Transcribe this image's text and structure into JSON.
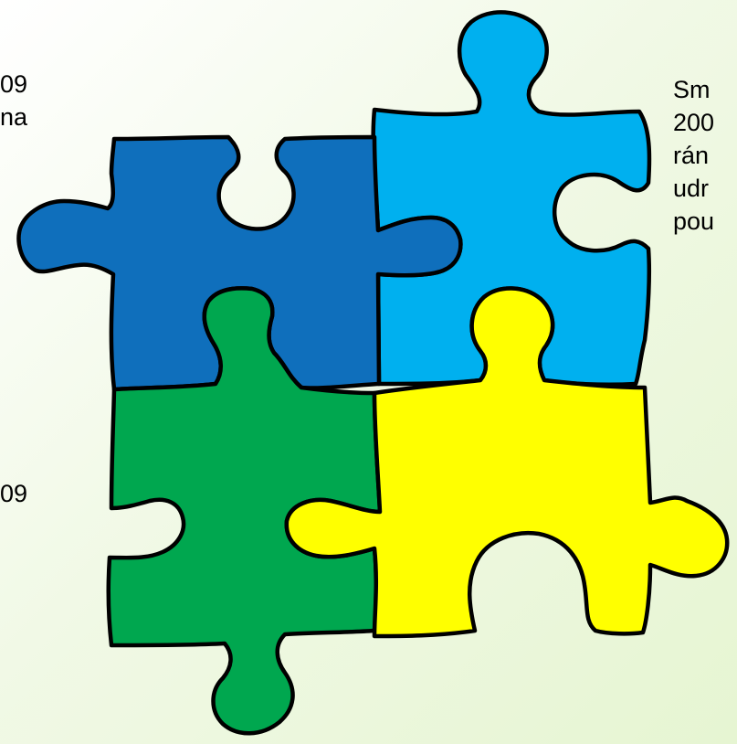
{
  "left_text": {
    "line1": "09",
    "line2": "na",
    "line3": "09"
  },
  "right_text": {
    "line1": "Sm",
    "line2": "200",
    "line3": "rán",
    "line4": "udr",
    "line5": "pou"
  },
  "colors": {
    "piece_top_left": "#0f6fbc",
    "piece_top_right": "#00b0ef",
    "piece_bottom_left": "#00a74f",
    "piece_bottom_right": "#ffff00",
    "outline": "#000000"
  }
}
